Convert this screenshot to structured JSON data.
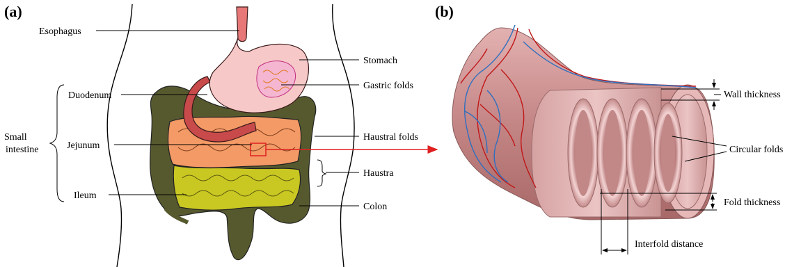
{
  "panel_a": {
    "tag": "(a)",
    "labels": {
      "esophagus": "Esophagus",
      "stomach": "Stomach",
      "gastric_folds": "Gastric folds",
      "duodenum": "Duodenum",
      "small_intestine_line1": "Small",
      "small_intestine_line2": "intestine",
      "jejunum": "Jejunum",
      "haustral_folds": "Haustral folds",
      "haustra": "Haustra",
      "ileum": "Ileum",
      "colon": "Colon"
    }
  },
  "panel_b": {
    "tag": "(b)",
    "labels": {
      "wall_thickness": "Wall thickness",
      "circular_folds": "Circular folds",
      "fold_thickness": "Fold thickness",
      "interfold_distance": "Interfold distance"
    }
  },
  "colors": {
    "colon": "#56592e",
    "small_intestine_upper": "#f39a66",
    "small_intestine_lower": "#c9c722",
    "stomach": "#f7c8c8",
    "esophagus": "#e87878",
    "duodenum": "#c84a4a",
    "tube_wall": "#c98c8c",
    "vessel_red": "#c01818",
    "vessel_blue": "#2d6fc0",
    "pointer_arrow": "#e02020"
  }
}
